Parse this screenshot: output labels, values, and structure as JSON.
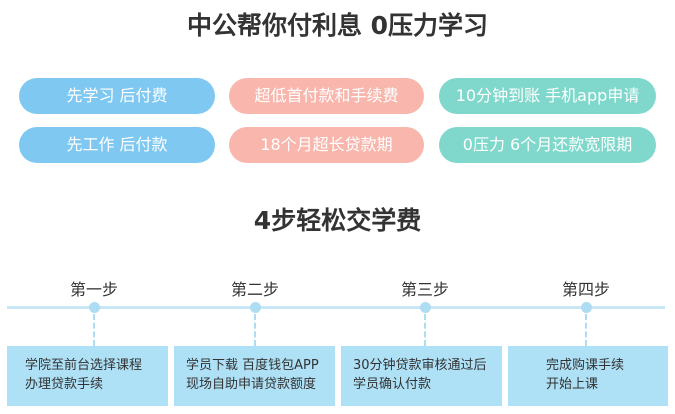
{
  "header": {
    "title": "中公帮你付利息 0压力学习"
  },
  "features": {
    "row1": [
      "先学习 后付费",
      "超低首付款和手续费",
      "10分钟到账 手机app申请"
    ],
    "row2": [
      "先工作 后付款",
      "18个月超长贷款期",
      "0压力 6个月还款宽限期"
    ]
  },
  "steps_section": {
    "title": "4步轻松交学费",
    "steps": [
      {
        "label": "第一步",
        "desc": "学院至前台选择课程\n办理贷款手续"
      },
      {
        "label": "第二步",
        "desc": "学员下载 百度钱包APP\n现场自助申请贷款额度"
      },
      {
        "label": "第三步",
        "desc": "30分钟贷款审核通过后\n学员确认付款"
      },
      {
        "label": "第四步",
        "desc": "完成购课手续\n开始上课"
      }
    ]
  },
  "colors": {
    "pill_blue": "#7ec8f2",
    "pill_pink": "#f8b6ac",
    "pill_green": "#7fd8cb",
    "timeline": "#c7e7f6",
    "step_box": "#aee0f6"
  }
}
